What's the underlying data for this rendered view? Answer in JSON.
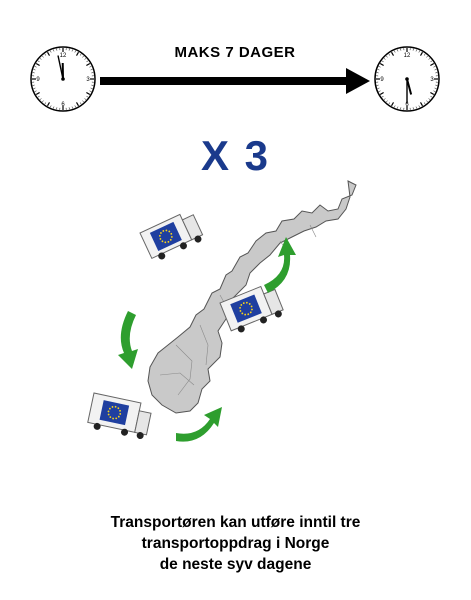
{
  "header": {
    "duration_label": "MAKS 7 DAGER"
  },
  "clocks": {
    "start": {
      "numerals": [
        "12",
        "3",
        "6",
        "9"
      ],
      "hour": 11,
      "minute": 58
    },
    "end": {
      "numerals": [
        "12",
        "3",
        "6",
        "9"
      ],
      "hour": 5,
      "minute": 30
    }
  },
  "multiplier": "X 3",
  "icons": {
    "clock": "clock-icon",
    "arrow": "right-arrow-icon",
    "truck": "eu-truck-icon",
    "cycle_arrow": "green-curved-arrow-icon",
    "map": "norway-map-icon"
  },
  "colors": {
    "multiplier": "#1a3a8c",
    "eu_blue": "#1f3fa0",
    "eu_star": "#f7d21a",
    "cycle_arrow": "#2e9e2e",
    "map_fill": "#c9c9c9"
  },
  "caption": {
    "line1": "Transportøren kan utføre inntil tre",
    "line2": "transportoppdrag i Norge",
    "line3": "de neste syv dagene"
  }
}
